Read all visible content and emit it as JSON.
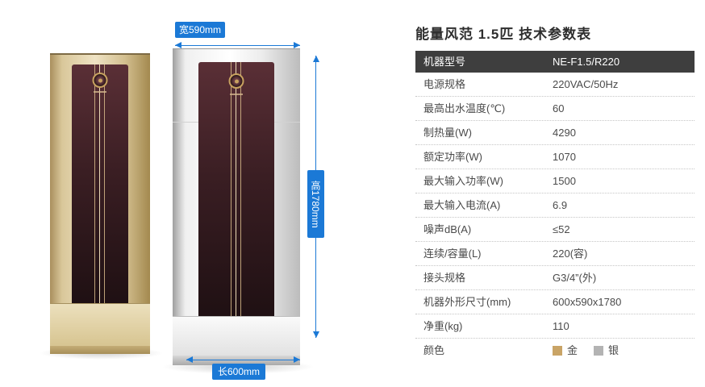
{
  "colors": {
    "accent_blue": "#1b79d6",
    "table_header_bg": "#3e3e3e",
    "gold_swatch": "#c9a466",
    "silver_swatch": "#b3b3b3"
  },
  "dimensions": {
    "width_label": "宽590mm",
    "height_label": "高1780mm",
    "length_label": "长600mm"
  },
  "icons": {
    "brand_emblem": "circular gold ring emblem on product front panel"
  },
  "title": "能量风范  1.5匹 技术参数表",
  "table": {
    "header": {
      "label": "机器型号",
      "value": "NE-F1.5/R220"
    },
    "rows": [
      {
        "label": "电源规格",
        "value": "220VAC/50Hz"
      },
      {
        "label": "最高出水温度(℃)",
        "value": "60"
      },
      {
        "label": "制热量(W)",
        "value": "4290"
      },
      {
        "label": "额定功率(W)",
        "value": "1070"
      },
      {
        "label": "最大输入功率(W)",
        "value": "1500"
      },
      {
        "label": "最大输入电流(A)",
        "value": "6.9"
      },
      {
        "label": "噪声dB(A)",
        "value": "≤52"
      },
      {
        "label": "连续/容量(L)",
        "value": "220(容)"
      },
      {
        "label": "接头规格",
        "value": "G3/4”(外)"
      },
      {
        "label": "机器外形尺寸(mm)",
        "value": "600x590x1780"
      },
      {
        "label": "净重(kg)",
        "value": "110"
      }
    ],
    "color_row": {
      "label": "颜色",
      "options": [
        {
          "name": "金",
          "hex": "#c9a466"
        },
        {
          "name": "银",
          "hex": "#b3b3b3"
        }
      ]
    }
  }
}
